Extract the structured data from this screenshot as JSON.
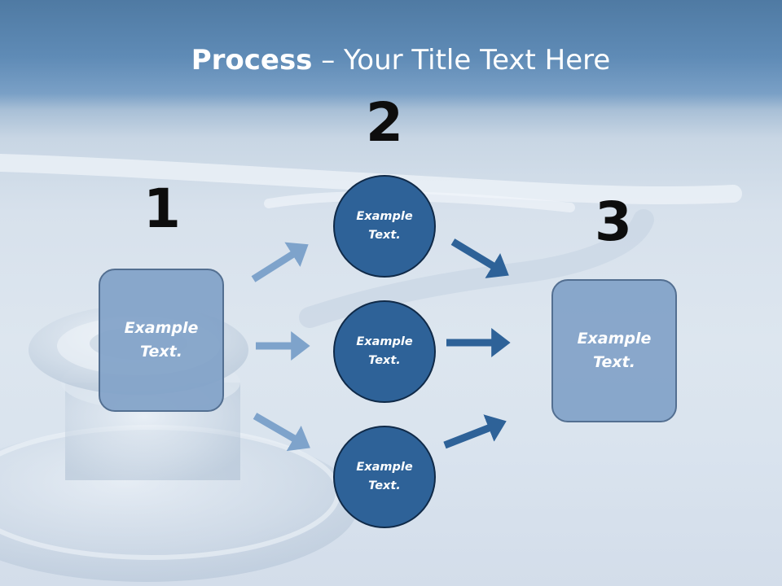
{
  "slide": {
    "title_bold": "Process",
    "title_rest": " – Your Title Text Here",
    "steps": [
      {
        "number": "1",
        "label": "Example\nText."
      },
      {
        "number": "2",
        "label": "Example\nText."
      },
      {
        "number": "3",
        "label": "Example\nText."
      }
    ],
    "circles": [
      {
        "label": "Example\nText."
      },
      {
        "label": "Example\nText."
      },
      {
        "label": "Example\nText."
      }
    ],
    "colors": {
      "circle_fill": "#2e6298",
      "box_fill": "#81a2c8",
      "arrow_light": "#7ea3cb",
      "arrow_dark": "#2e6298"
    }
  }
}
